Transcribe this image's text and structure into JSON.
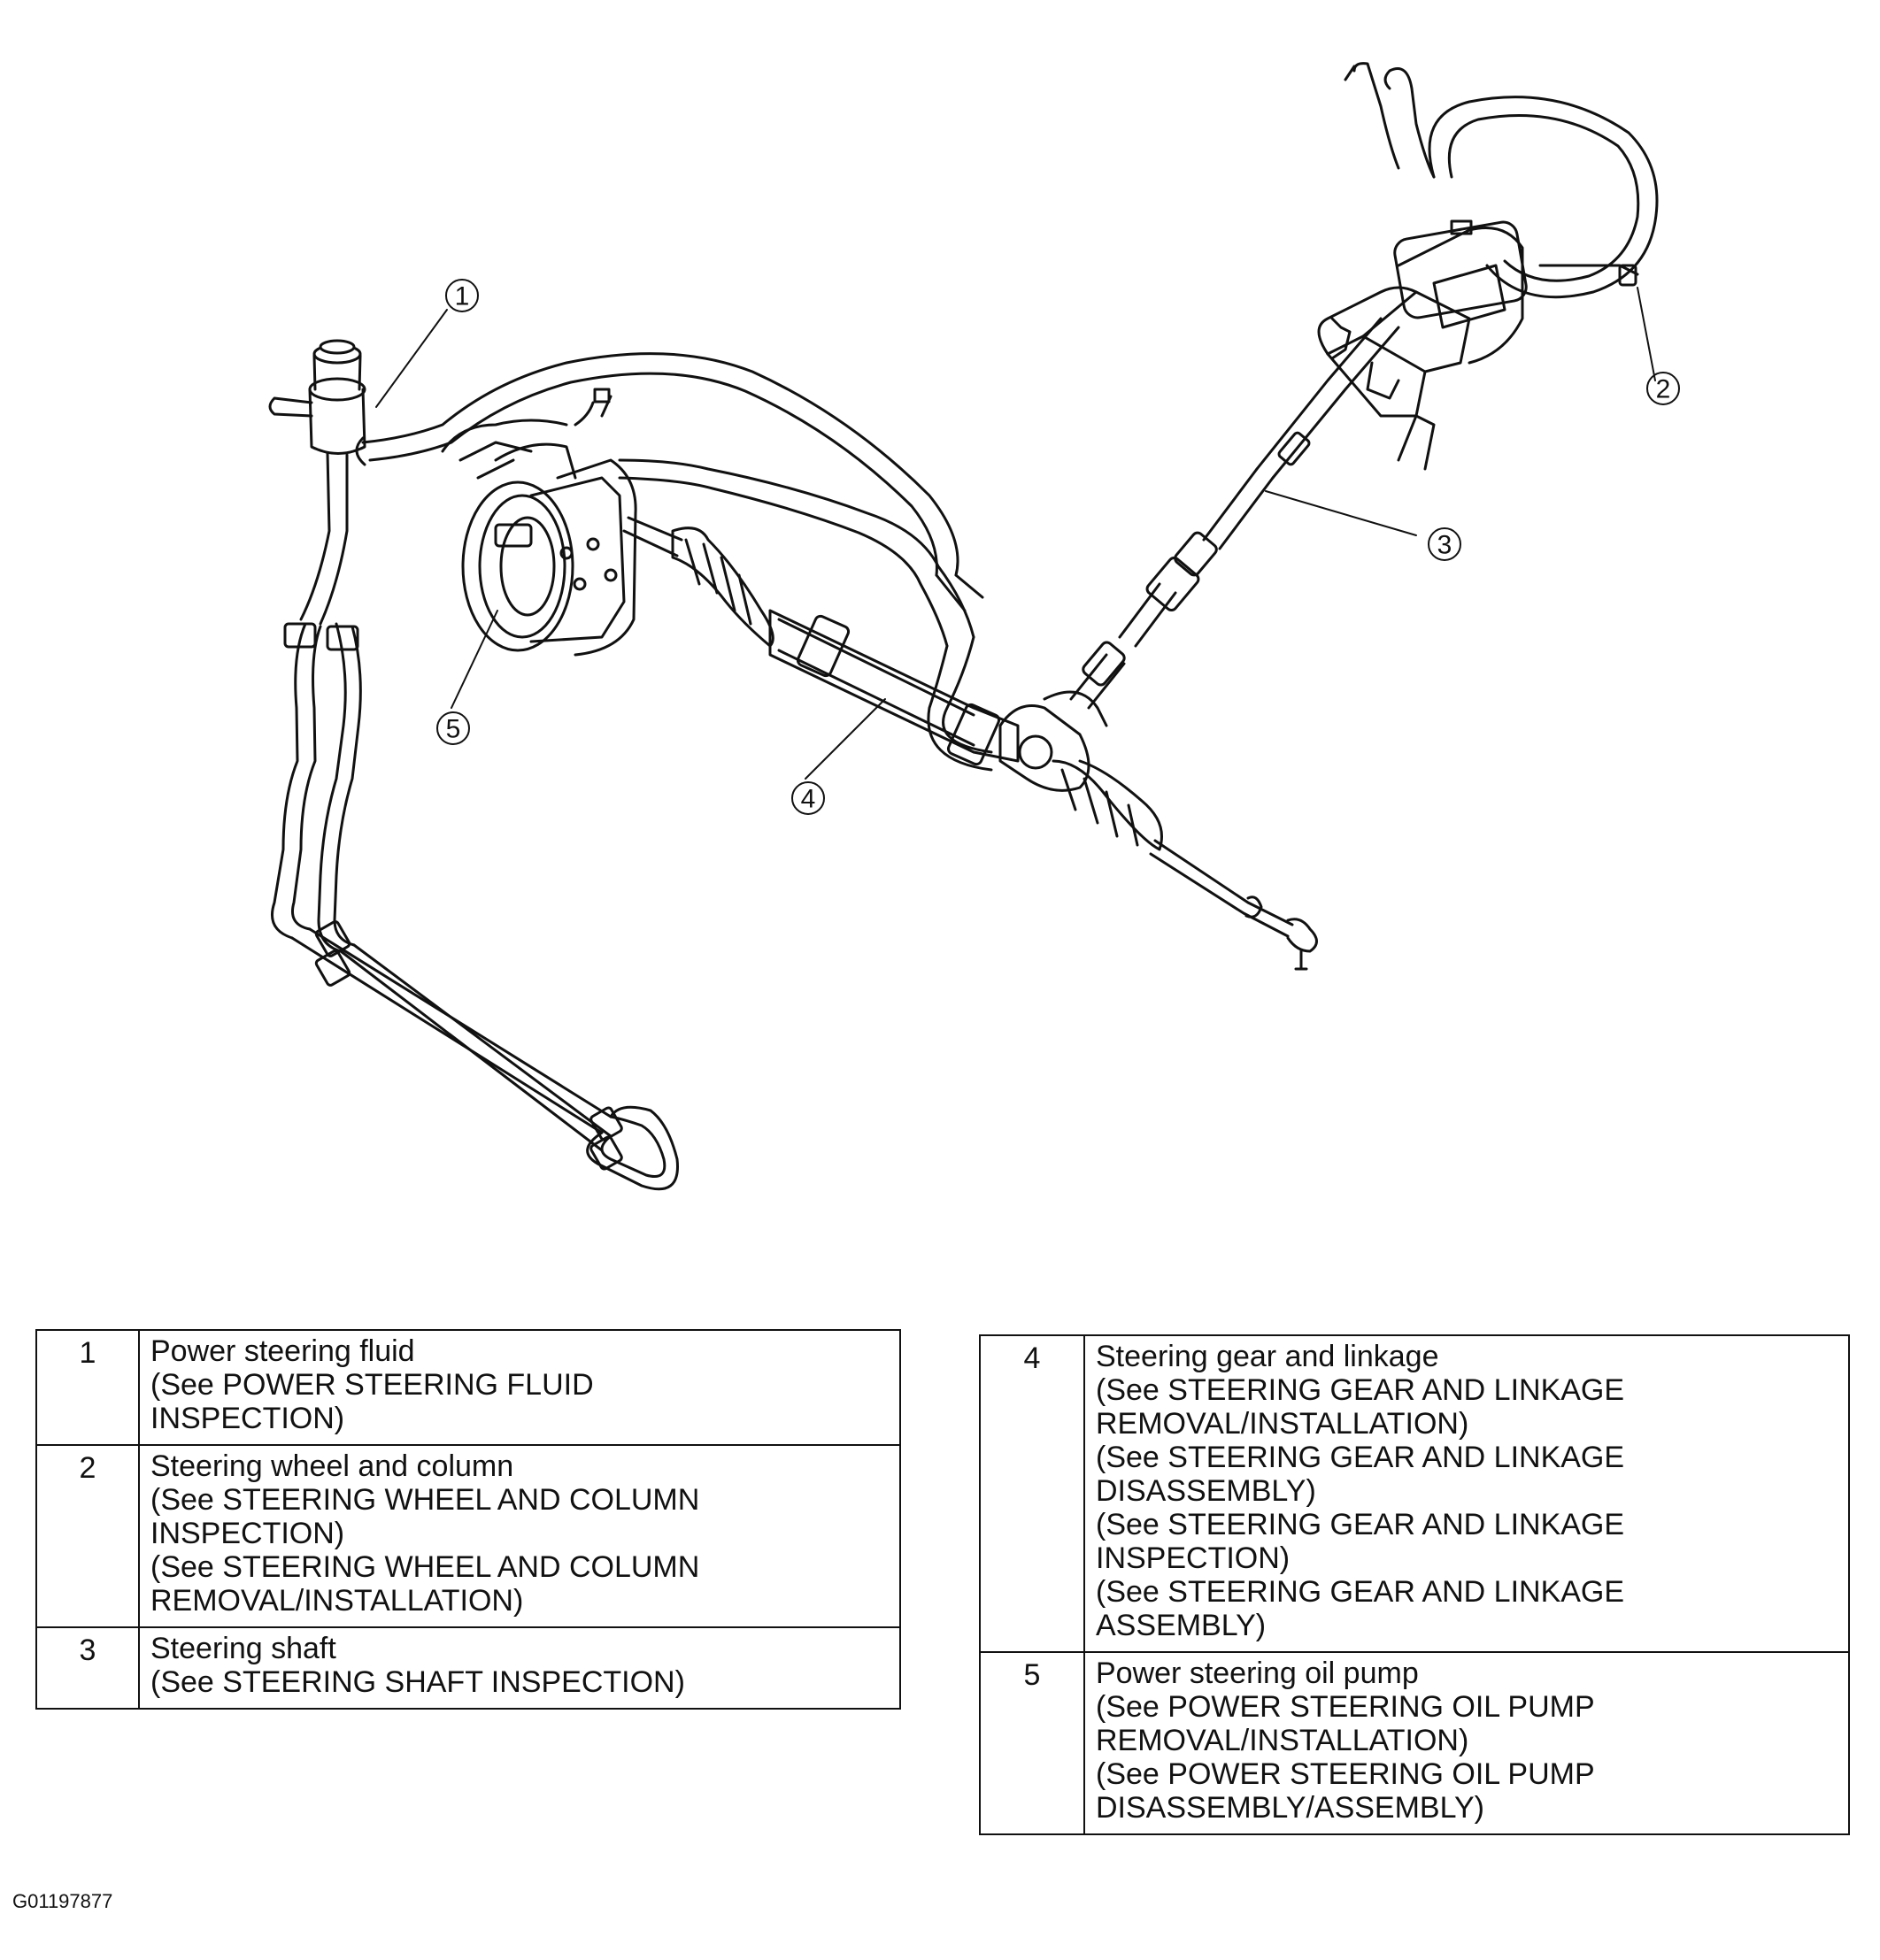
{
  "callouts": [
    "1",
    "2",
    "3",
    "4",
    "5"
  ],
  "table_left": [
    {
      "num": "1",
      "lines": [
        "Power steering fluid",
        "(See POWER STEERING FLUID",
        "INSPECTION)"
      ]
    },
    {
      "num": "2",
      "lines": [
        "Steering wheel and column",
        "(See STEERING WHEEL AND COLUMN",
        "INSPECTION)",
        "(See STEERING WHEEL AND COLUMN",
        "REMOVAL/INSTALLATION)"
      ]
    },
    {
      "num": "3",
      "lines": [
        "Steering shaft",
        "(See STEERING SHAFT INSPECTION)"
      ]
    }
  ],
  "table_right": [
    {
      "num": "4",
      "lines": [
        "Steering gear and linkage",
        "(See STEERING GEAR AND LINKAGE",
        "REMOVAL/INSTALLATION)",
        "(See STEERING GEAR AND LINKAGE",
        "DISASSEMBLY)",
        "(See STEERING GEAR AND LINKAGE",
        "INSPECTION)",
        "(See STEERING GEAR AND LINKAGE",
        "ASSEMBLY)"
      ]
    },
    {
      "num": "5",
      "lines": [
        "Power steering oil pump",
        "(See POWER STEERING OIL PUMP",
        "REMOVAL/INSTALLATION)",
        "(See POWER STEERING OIL PUMP",
        "DISASSEMBLY/ASSEMBLY)"
      ]
    }
  ],
  "figure_id": "G01197877"
}
